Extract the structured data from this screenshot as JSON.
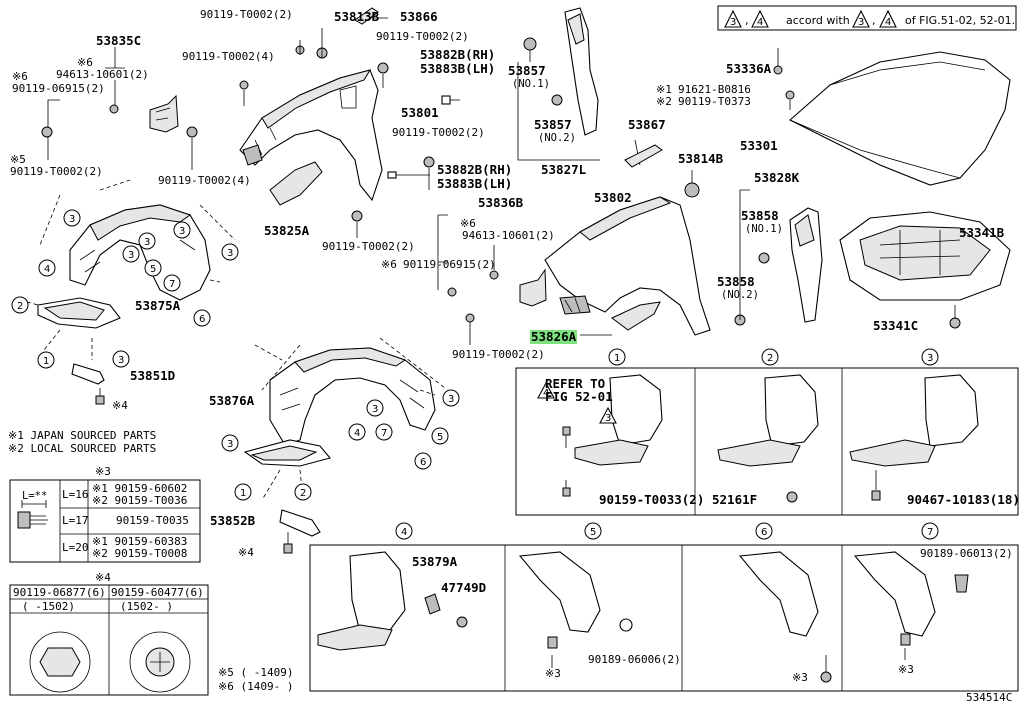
{
  "header_note": {
    "prefix_a": "3",
    "prefix_b": "4",
    "text_1": "accord with",
    "mid_a": "3",
    "mid_b": "4",
    "text_2": "of FIG.51-02, 52-01."
  },
  "callouts": {
    "c53835C": "53835C",
    "c94613_a": "94613-10601(2)",
    "c90119_06915_a": "90119-06915(2)",
    "c90119_T0002_b": "90119-T0002(2)",
    "c90119_T0002_2": "90119-T0002(2)",
    "c90119_T0002_4a": "90119-T0002(4)",
    "c53813B": "53813B",
    "c53866": "53866",
    "c90119_T0002_c": "90119-T0002(2)",
    "c53882B_RH_a": "53882B(RH)",
    "c53883B_LH_a": "53883B(LH)",
    "c53801": "53801",
    "c90119_T0002_d": "90119-T0002(2)",
    "c53882B_RH_b": "53882B(RH)",
    "c53883B_LH_b": "53883B(LH)",
    "c90119_T0002_4b": "90119-T0002(4)",
    "c53825A": "53825A",
    "c90119_T0002_e": "90119-T0002(2)",
    "c53857_1": "53857",
    "c53857_1n": "(NO.1)",
    "c53857_2": "53857",
    "c53857_2n": "(NO.2)",
    "c53827L": "53827L",
    "c53336A": "53336A",
    "c91621": "91621-B0816",
    "c90119_T0373": "90119-T0373",
    "c53301": "53301",
    "c53867": "53867",
    "c53814B": "53814B",
    "c53828K": "53828K",
    "c53858_1": "53858",
    "c53858_1n": "(NO.1)",
    "c53858_2": "53858",
    "c53858_2n": "(NO.2)",
    "c53341B": "53341B",
    "c53341C": "53341C",
    "c53836B": "53836B",
    "c53802": "53802",
    "c94613_b": "94613-10601(2)",
    "c90119_06915_b": "90119-06915(2)",
    "c53826A": "53826A",
    "c90119_T0002_f": "90119-T0002(2)",
    "c53875A": "53875A",
    "c53851D": "53851D",
    "c53876A": "53876A",
    "c53852B": "53852B",
    "c53879A": "53879A",
    "c47749D": "47749D",
    "c90189_06006": "90189-06006(2)",
    "c90189_06013": "90189-06013(2)",
    "c90159_T0033": "90159-T0033(2)",
    "c52161F": "52161F",
    "c90467": "90467-10183(18)",
    "refer_to": "REFER TO",
    "fig_ref": "FIG 52-01",
    "mark1": "※1",
    "mark2": "※2",
    "mark3": "※3",
    "mark4": "※4",
    "mark5": "※5",
    "mark6": "※6"
  },
  "legend": {
    "note1": "※1 JAPAN SOURCED PARTS",
    "note2": "※2 LOCAL SOURCED PARTS",
    "note5": "※5 (    -1409)",
    "note6": "※6 (1409-    )"
  },
  "table3": {
    "title": "※3",
    "len_label": "L=**",
    "rows": [
      {
        "len": "L=16",
        "parts": [
          "※1  90159-60602",
          "※2  90159-T0036"
        ]
      },
      {
        "len": "L=17",
        "parts": [
          "90159-T0035"
        ]
      },
      {
        "len": "L=20",
        "parts": [
          "※1  90159-60383",
          "※2  90159-T0008"
        ]
      }
    ]
  },
  "table4": {
    "title": "※4",
    "col1_part": "90119-06877(6)",
    "col2_part": "90159-60477(6)",
    "col1_range": "(    -1502)",
    "col2_range": "(1502-    )"
  },
  "detail_panels": [
    "1",
    "2",
    "3",
    "4",
    "5",
    "6",
    "7"
  ],
  "figure_code": "534514C"
}
